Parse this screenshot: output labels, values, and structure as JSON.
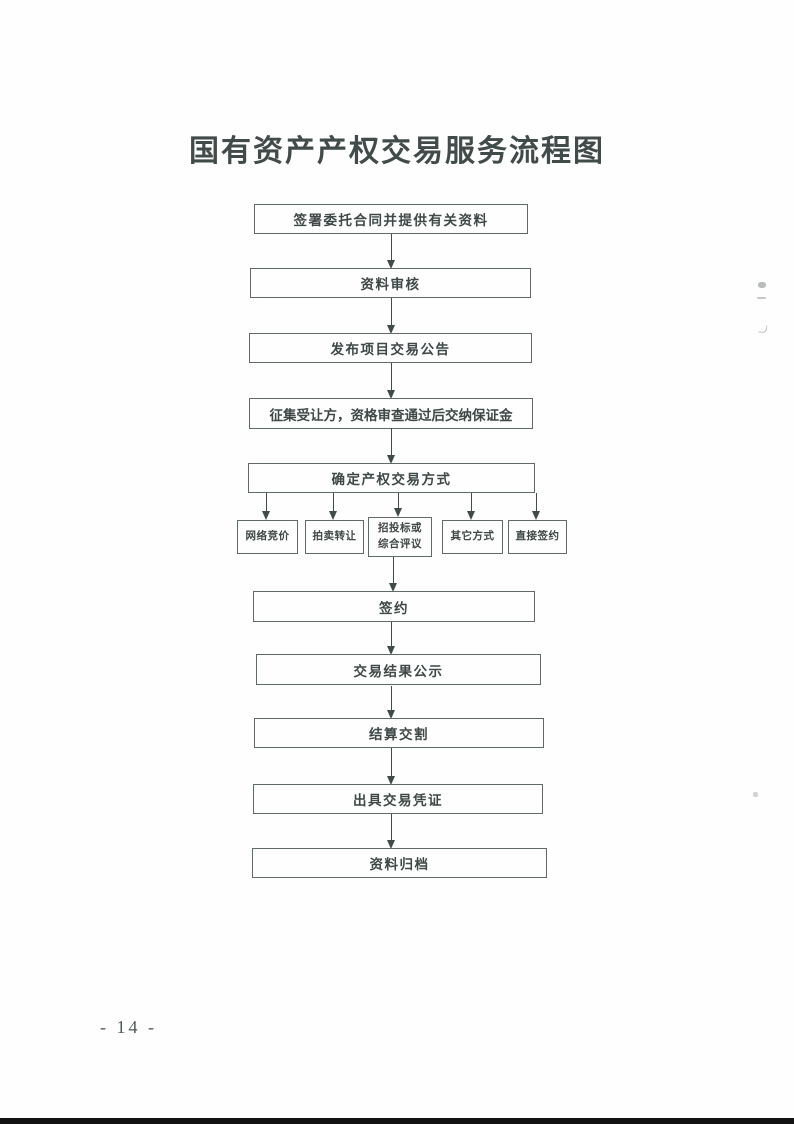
{
  "page": {
    "title": "国有资产产权交易服务流程图",
    "page_number": "- 14 -"
  },
  "flow": {
    "main_steps_top": [
      {
        "label": "签署委托合同并提供有关资料"
      },
      {
        "label": "资料审核"
      },
      {
        "label": "发布项目交易公告"
      },
      {
        "label": "征集受让方，资格审查通过后交纳保证金"
      },
      {
        "label": "确定产权交易方式"
      }
    ],
    "branches": [
      {
        "label": "网络竞价"
      },
      {
        "label": "拍卖转让"
      },
      {
        "label": "招投标或\n综合评议"
      },
      {
        "label": "其它方式"
      },
      {
        "label": "直接签约"
      }
    ],
    "main_steps_bottom": [
      {
        "label": "签约"
      },
      {
        "label": "交易结果公示"
      },
      {
        "label": "结算交割"
      },
      {
        "label": "出具交易凭证"
      },
      {
        "label": "资料归档"
      }
    ]
  },
  "colors": {
    "ink": "#414b49",
    "box_border": "#606a68",
    "page_background": "#fefefe",
    "bottom_scan_band": "#121212"
  }
}
